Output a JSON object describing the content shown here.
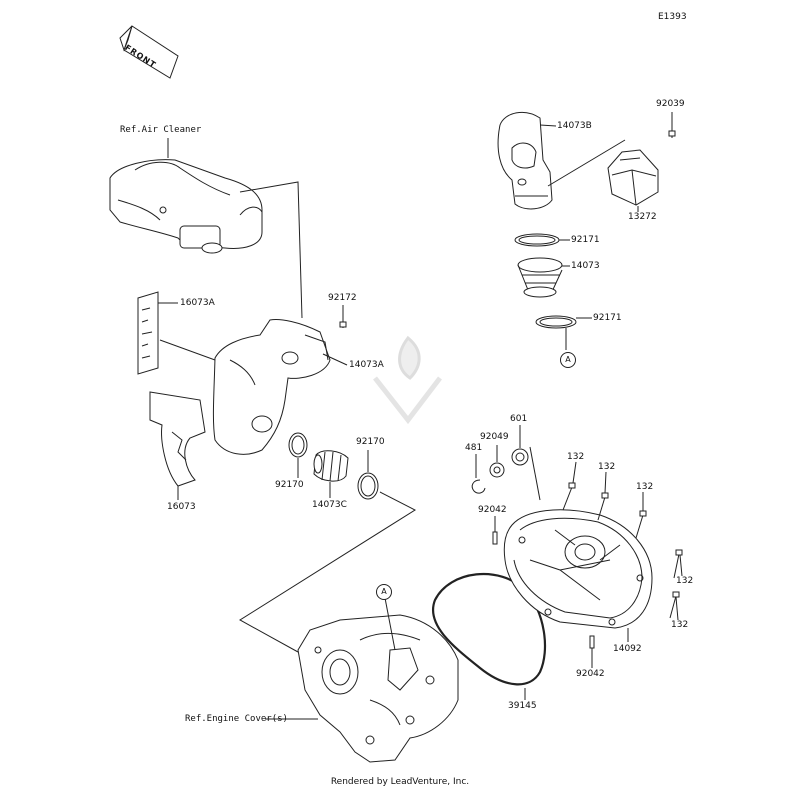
{
  "diagram_code": "E1393",
  "front_label": "FRONT",
  "callouts": {
    "ref_air_cleaner": "Ref.Air Cleaner",
    "ref_engine_cover": "Ref.Engine Cover(s)",
    "circle_a": "A"
  },
  "parts": {
    "p92039": "92039",
    "p14073B": "14073B",
    "p13272": "13272",
    "p92171_upper": "92171",
    "p14073": "14073",
    "p92171_lower": "92171",
    "p16073A": "16073A",
    "p92172": "92172",
    "p14073A": "14073A",
    "p16073": "16073",
    "p92170_left": "92170",
    "p14073C": "14073C",
    "p92170_right": "92170",
    "p481": "481",
    "p92049": "92049",
    "p601": "601",
    "p132_a": "132",
    "p132_b": "132",
    "p132_c": "132",
    "p132_d": "132",
    "p132_e": "132",
    "p92042_upper": "92042",
    "p92042_lower": "92042",
    "p14092": "14092",
    "p39145": "39145"
  },
  "watermark": "LEADVENTURE",
  "footer": "Rendered by LeadVenture, Inc."
}
